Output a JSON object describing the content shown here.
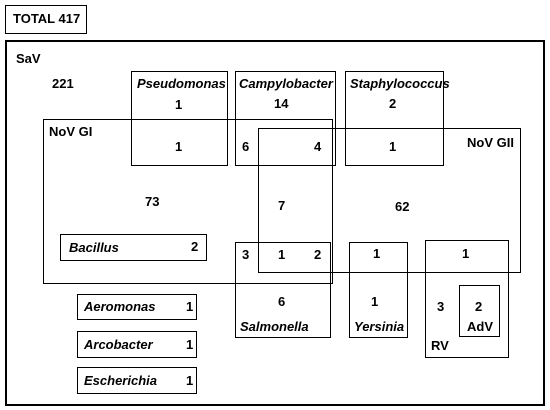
{
  "total": {
    "label": "TOTAL",
    "value": "417"
  },
  "sets": {
    "sav": "SaV",
    "nov_gi": "NoV GI",
    "nov_gii": "NoV GII",
    "rv": "RV",
    "adv": "AdV",
    "pseudomonas": "Pseudomonas",
    "campylobacter": "Campylobacter",
    "staphylococcus": "Staphylococcus",
    "salmonella": "Salmonella",
    "yersinia": "Yersinia",
    "bacillus": "Bacillus",
    "aeromonas": "Aeromonas",
    "arcobacter": "Arcobacter",
    "escherichia": "Escherichia"
  },
  "counts": {
    "sav_only": "221",
    "pseudomonas_only": "1",
    "pseudomonas_nov_gi": "1",
    "campylobacter_only": "14",
    "campylobacter_nov_gi": "6",
    "campylobacter_nov_gii": "4",
    "campylobacter_nov_gi_nov_gii": "7",
    "staphylococcus_only": "2",
    "staphylococcus_nov_gii": "1",
    "nov_gi_only": "73",
    "nov_gii_only": "62",
    "bacillus": "2",
    "salmonella_nov_gi": "3",
    "salmonella_nov_gi_nov_gii": "1",
    "salmonella_nov_gii": "2",
    "salmonella_only": "6",
    "yersinia_nov_gii": "1",
    "yersinia_only": "1",
    "rv_nov_gii": "1",
    "rv_only": "3",
    "adv_rv": "2",
    "aeromonas": "1",
    "arcobacter": "1",
    "escherichia": "1"
  }
}
